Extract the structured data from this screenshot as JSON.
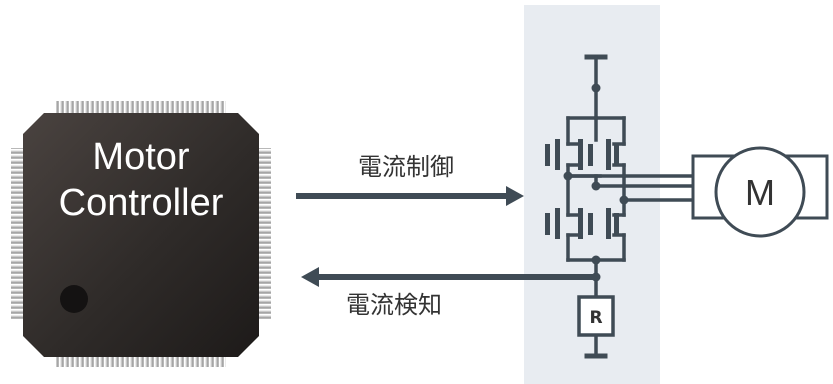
{
  "controller": {
    "line1": "Motor",
    "line2": "Controller"
  },
  "signals": {
    "control": "電流制御",
    "sense": "電流検知"
  },
  "motor": {
    "label": "M"
  },
  "resistor": {
    "label": "R"
  },
  "colors": {
    "wire": "#3f4b55",
    "panel": "#e8ecf1",
    "chip_body": "#3a3532",
    "pin": "#9e9e9e"
  }
}
